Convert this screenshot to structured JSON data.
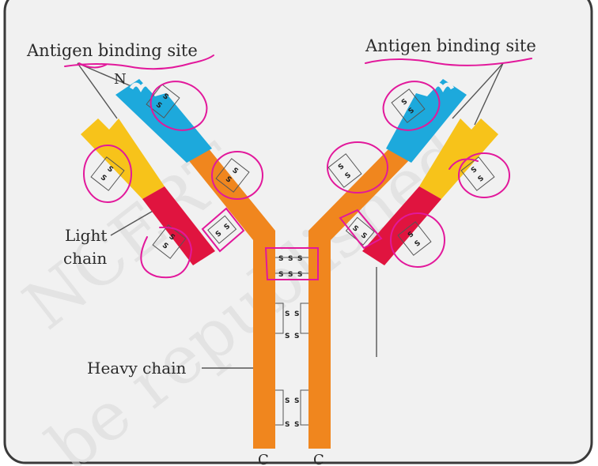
{
  "labels": {
    "antigen_site_left": "Antigen binding site",
    "antigen_site_right": "Antigen binding site",
    "n_terminus": "N",
    "light_chain_line1": "Light",
    "light_chain_line2": "chain",
    "heavy_chain": "Heavy chain",
    "c_terminus_left": "C",
    "c_terminus_right": "C",
    "disulfide_atom": "S"
  },
  "watermark": {
    "line1": "NCERT",
    "line2": "be republished"
  },
  "colors": {
    "frame_bg": "#f1f1f1",
    "frame_border": "#3a3a3a",
    "heavy_constant": "#f0861e",
    "heavy_variable": "#1da9dc",
    "light_constant": "#e0143f",
    "light_variable": "#f7c31a",
    "annotation": "#e2189b",
    "line": "#555555"
  }
}
